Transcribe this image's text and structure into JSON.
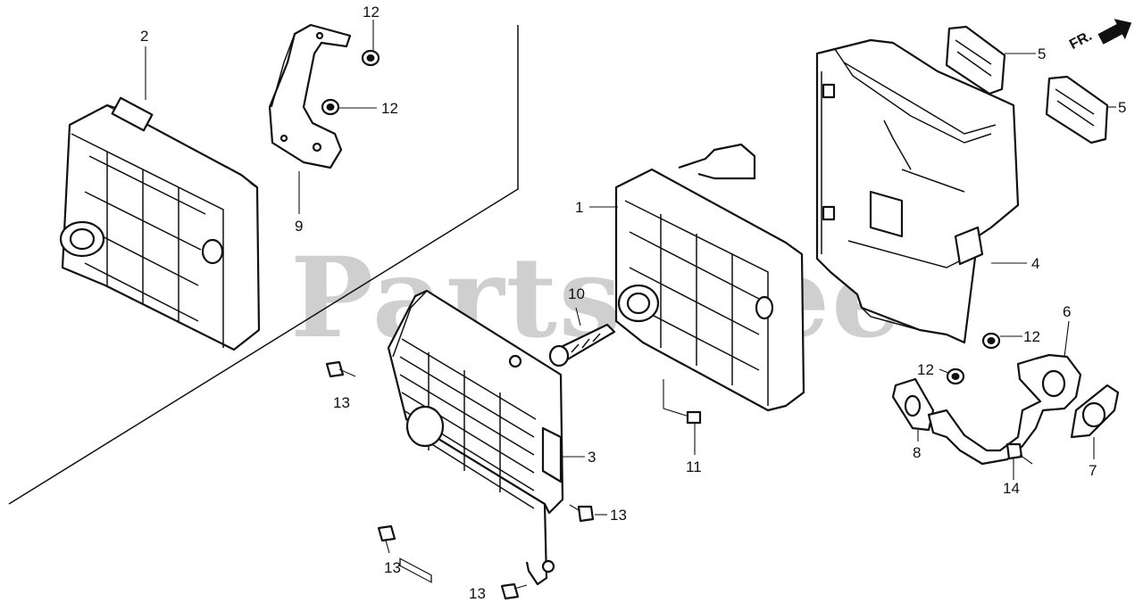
{
  "watermark": "PartsTree",
  "direction_indicator": "FR.",
  "callouts": [
    {
      "id": "c2",
      "text": "2"
    },
    {
      "id": "c12a",
      "text": "12"
    },
    {
      "id": "c12b",
      "text": "12"
    },
    {
      "id": "c9",
      "text": "9"
    },
    {
      "id": "c13a",
      "text": "13"
    },
    {
      "id": "c10",
      "text": "10"
    },
    {
      "id": "c1",
      "text": "1"
    },
    {
      "id": "c3",
      "text": "3"
    },
    {
      "id": "c13b",
      "text": "13"
    },
    {
      "id": "c13c",
      "text": "13"
    },
    {
      "id": "c13d",
      "text": "13"
    },
    {
      "id": "c11",
      "text": "11"
    },
    {
      "id": "c5a",
      "text": "5"
    },
    {
      "id": "c5b",
      "text": "5"
    },
    {
      "id": "c4",
      "text": "4"
    },
    {
      "id": "c6",
      "text": "6"
    },
    {
      "id": "c12c",
      "text": "12"
    },
    {
      "id": "c12d",
      "text": "12"
    },
    {
      "id": "c8",
      "text": "8"
    },
    {
      "id": "c7",
      "text": "7"
    },
    {
      "id": "c14",
      "text": "14"
    }
  ]
}
